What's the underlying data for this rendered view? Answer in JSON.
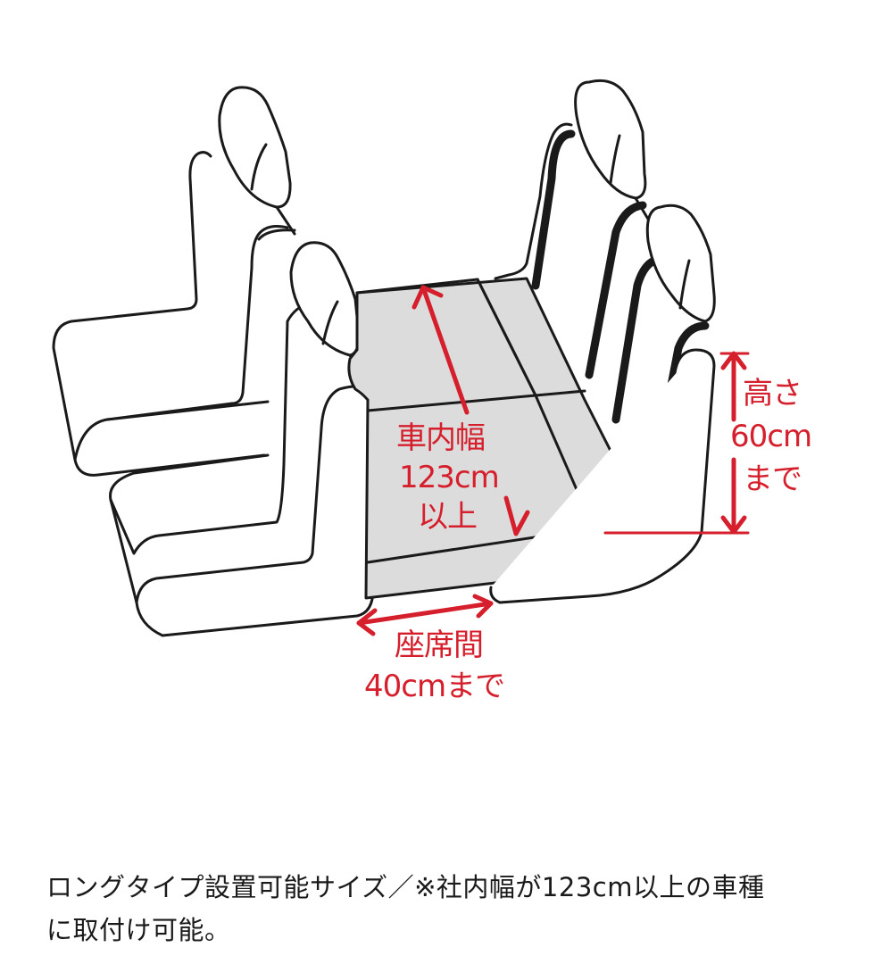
{
  "diagram": {
    "subject": "long-type mat installed between two rows of car seats",
    "colors": {
      "annotation_red": "#d61f2c",
      "mat_fill": "#dcdcdc",
      "outline": "#1a1a1a",
      "background": "#ffffff"
    },
    "labels": {
      "interior_width": {
        "line1": "車内幅",
        "line2": "123cm",
        "line3": "以上"
      },
      "height": {
        "line1": "高さ",
        "line2": "60cm",
        "line3": "まで"
      },
      "seat_gap": {
        "line1": "座席間",
        "line2": "40cmまで"
      }
    },
    "icons": [
      "double-arrow-diagonal",
      "double-arrow-vertical",
      "double-arrow-horizontal"
    ]
  },
  "caption": {
    "line1": "ロングタイプ設置可能サイズ／※社内幅が123cm以上の車種",
    "line2": "に取付け可能。"
  }
}
